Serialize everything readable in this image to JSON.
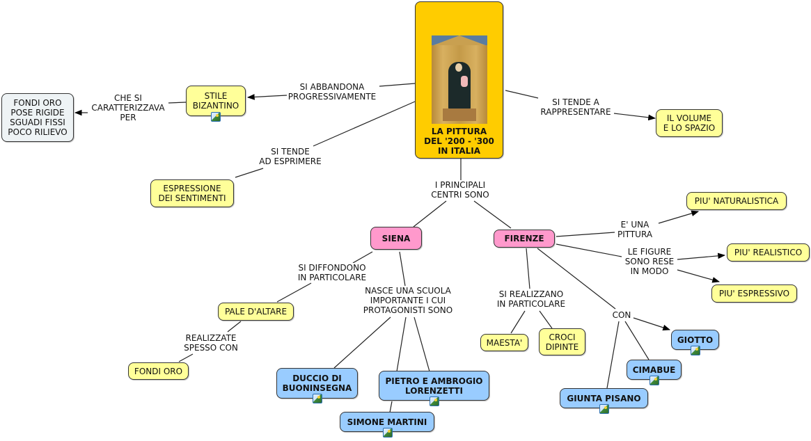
{
  "colors": {
    "main": "#ffcc00",
    "concept_yellow": "#ffff99",
    "city_pink": "#ff99cc",
    "artist_blue": "#99ccff",
    "note_grey": "#eef3f5"
  },
  "nodes": {
    "main": {
      "title": "LA PITTURA\nDEL '200 - '300\nIN ITALIA",
      "image": "madonna-painting-image"
    },
    "stile_bizantino": {
      "label": "STILE\nBIZANTINO",
      "icon": "image-icon"
    },
    "fondi_oro_list": {
      "label": "FONDI ORO\nPOSE RIGIDE\nSGUADI FISSI\nPOCO RILIEVO"
    },
    "volume_spazio": {
      "label": "IL VOLUME\nE LO SPAZIO"
    },
    "espressione": {
      "label": "ESPRESSIONE\nDEI SENTIMENTI"
    },
    "siena": {
      "label": "SIENA"
    },
    "firenze": {
      "label": "FIRENZE"
    },
    "naturalistica": {
      "label": "PIU' NATURALISTICA"
    },
    "realistico": {
      "label": "PIU' REALISTICO"
    },
    "espressivo": {
      "label": "PIU' ESPRESSIVO"
    },
    "pale_altare": {
      "label": "PALE D'ALTARE"
    },
    "fondi_oro": {
      "label": "FONDI ORO"
    },
    "duccio": {
      "label": "DUCCIO DI\nBUONINSEGNA",
      "icon": "image-icon"
    },
    "lorenzetti": {
      "label": "PIETRO E AMBROGIO\nLORENZETTI",
      "icon": "image-icon"
    },
    "simone": {
      "label": "SIMONE MARTINI",
      "icon": "image-icon"
    },
    "maesta": {
      "label": "MAESTA'"
    },
    "croci": {
      "label": "CROCI\nDIPINTE"
    },
    "giotto": {
      "label": "GIOTTO",
      "icon": "image-icon"
    },
    "cimabue": {
      "label": "CIMABUE",
      "icon": "image-icon"
    },
    "giunta": {
      "label": "GIUNTA PISANO",
      "icon": "image-icon"
    }
  },
  "links": {
    "abbandona": "SI ABBANDONA\nPROGRESSIVAMENTE",
    "caratterizzava": "CHE SI\nCARATTERIZZAVA\nPER",
    "rappresentare": "SI TENDE A\nRAPPRESENTARE",
    "esprimere": "SI TENDE\nAD ESPRIMERE",
    "centri": "I PRINCIPALI\nCENTRI SONO",
    "pittura": "E' UNA\nPITTURA",
    "figure": "LE FIGURE\nSONO RESE\nIN MODO",
    "diffondono": "SI DIFFONDONO\nIN PARTICOLARE",
    "scuola": "NASCE UNA SCUOLA\nIMPORTANTE I CUI\nPROTAGONISTI SONO",
    "realizzate": "REALIZZATE\nSPESSO CON",
    "realizzano": "SI REALIZZANO\nIN PARTICOLARE",
    "con": "CON"
  }
}
